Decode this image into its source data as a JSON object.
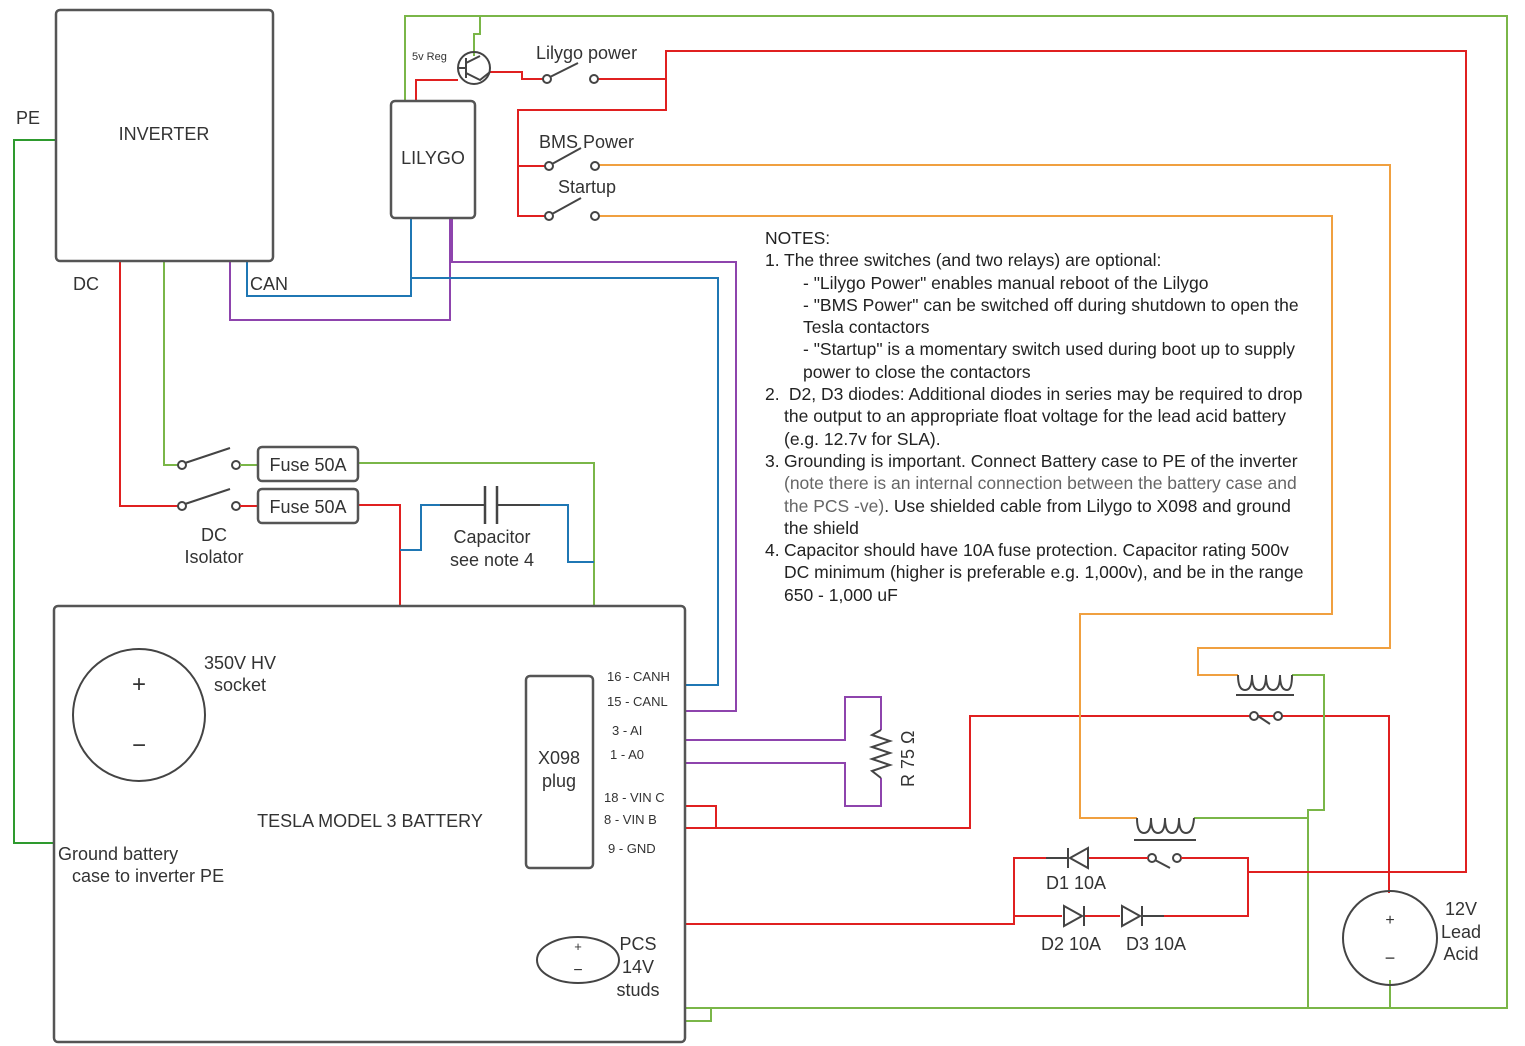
{
  "labels": {
    "inverter": "INVERTER",
    "pe": "PE",
    "dc": "DC",
    "can": "CAN",
    "lilygo": "LILYGO",
    "reg": "5v Reg",
    "lilygo_power": "Lilygo power",
    "bms_power": "BMS Power",
    "startup": "Startup",
    "fuse1": "Fuse 50A",
    "fuse2": "Fuse 50A",
    "dc_isolator_1": "DC",
    "dc_isolator_2": "Isolator",
    "capacitor_1": "Capacitor",
    "capacitor_2": "see note 4",
    "hv_socket_1": "350V HV",
    "hv_socket_2": "socket",
    "plus": "+",
    "minus": "−",
    "battery": "TESLA MODEL 3 BATTERY",
    "ground_1": "Ground battery",
    "ground_2": "case to inverter PE",
    "x098_1": "X098",
    "x098_2": "plug",
    "pin_canh": "16 - CANH",
    "pin_canl": "15 - CANL",
    "pin_ai": "3 - AI",
    "pin_a0": "1 - A0",
    "pin_vinc": "18 - VIN C",
    "pin_vinb": "8 - VIN B",
    "pin_gnd": "9 - GND",
    "resistor": "R 75 Ω",
    "pcs_1": "PCS",
    "pcs_2": "14V",
    "pcs_3": "studs",
    "d1": "D1 10A",
    "d2": "D2 10A",
    "d3": "D3 10A",
    "lead_1": "12V",
    "lead_2": "Lead",
    "lead_3": "Acid"
  },
  "notes": {
    "title": "NOTES:",
    "n1_num": "1.",
    "n1_text": "The three switches (and two relays) are optional:",
    "n1_a": "- \"Lilygo Power\" enables manual reboot of the Lilygo",
    "n1_b": "- \"BMS Power\" can be switched off during shutdown to open the Tesla contactors",
    "n1_c": "- \"Startup\" is a momentary switch used during boot up to supply power to close the contactors",
    "n2_num": "2.",
    "n2_text": " D2, D3 diodes: Additional diodes in series may be required to drop the output to an appropriate float voltage for the lead acid battery (e.g. 12.7v for SLA).",
    "n3_num": "3.",
    "n3_a": "Grounding is important. Connect Battery case to PE of the inverter ",
    "n3_b": "(note there is an internal connection between the battery case and the PCS -ve)",
    "n3_c": ". Use shielded cable from Lilygo to X098 and ground the shield",
    "n4_num": "4.",
    "n4_text": "Capacitor should have 10A fuse protection. Capacitor rating 500v DC minimum (higher is preferable e.g. 1,000v), and be in the range 650 - 1,000 uF"
  },
  "colors": {
    "power_positive": "#e02020",
    "ground": "#7ab648",
    "protective_earth": "#2e9a2e",
    "can_high": "#1f77b4",
    "can_low": "#8e44ad",
    "enable_lines": "#f0a040",
    "outline": "#555555"
  }
}
